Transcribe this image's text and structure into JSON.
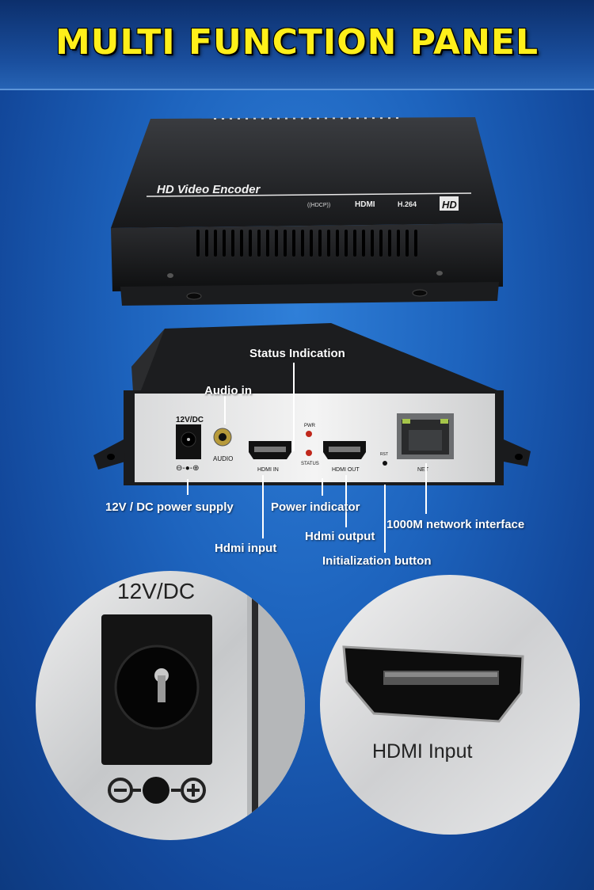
{
  "header": {
    "title": "MULTI FUNCTION PANEL"
  },
  "device_top": {
    "model_label": "HD Video Encoder",
    "badges": [
      "((HDCP))",
      "HDMI",
      "H.264",
      "HD"
    ]
  },
  "rear_panel": {
    "port_labels": {
      "dc": "12V/DC",
      "audio": "AUDIO",
      "hdmi_in": "HDMI IN",
      "pwr": "PWR",
      "status": "STATUS",
      "hdmi_out": "HDMI OUT",
      "rst": "RST",
      "net": "NET"
    }
  },
  "callouts": {
    "status_indication": "Status Indication",
    "audio_in": "Audio in",
    "dc_power": "12V / DC power supply",
    "power_indicator": "Power indicator",
    "network": "1000M network interface",
    "hdmi_output": "Hdmi output",
    "hdmi_input": "Hdmi input",
    "init_button": "Initialization button"
  },
  "closeups": {
    "dc_label": "12V/DC",
    "hdmi_label": "HDMI  Input"
  }
}
